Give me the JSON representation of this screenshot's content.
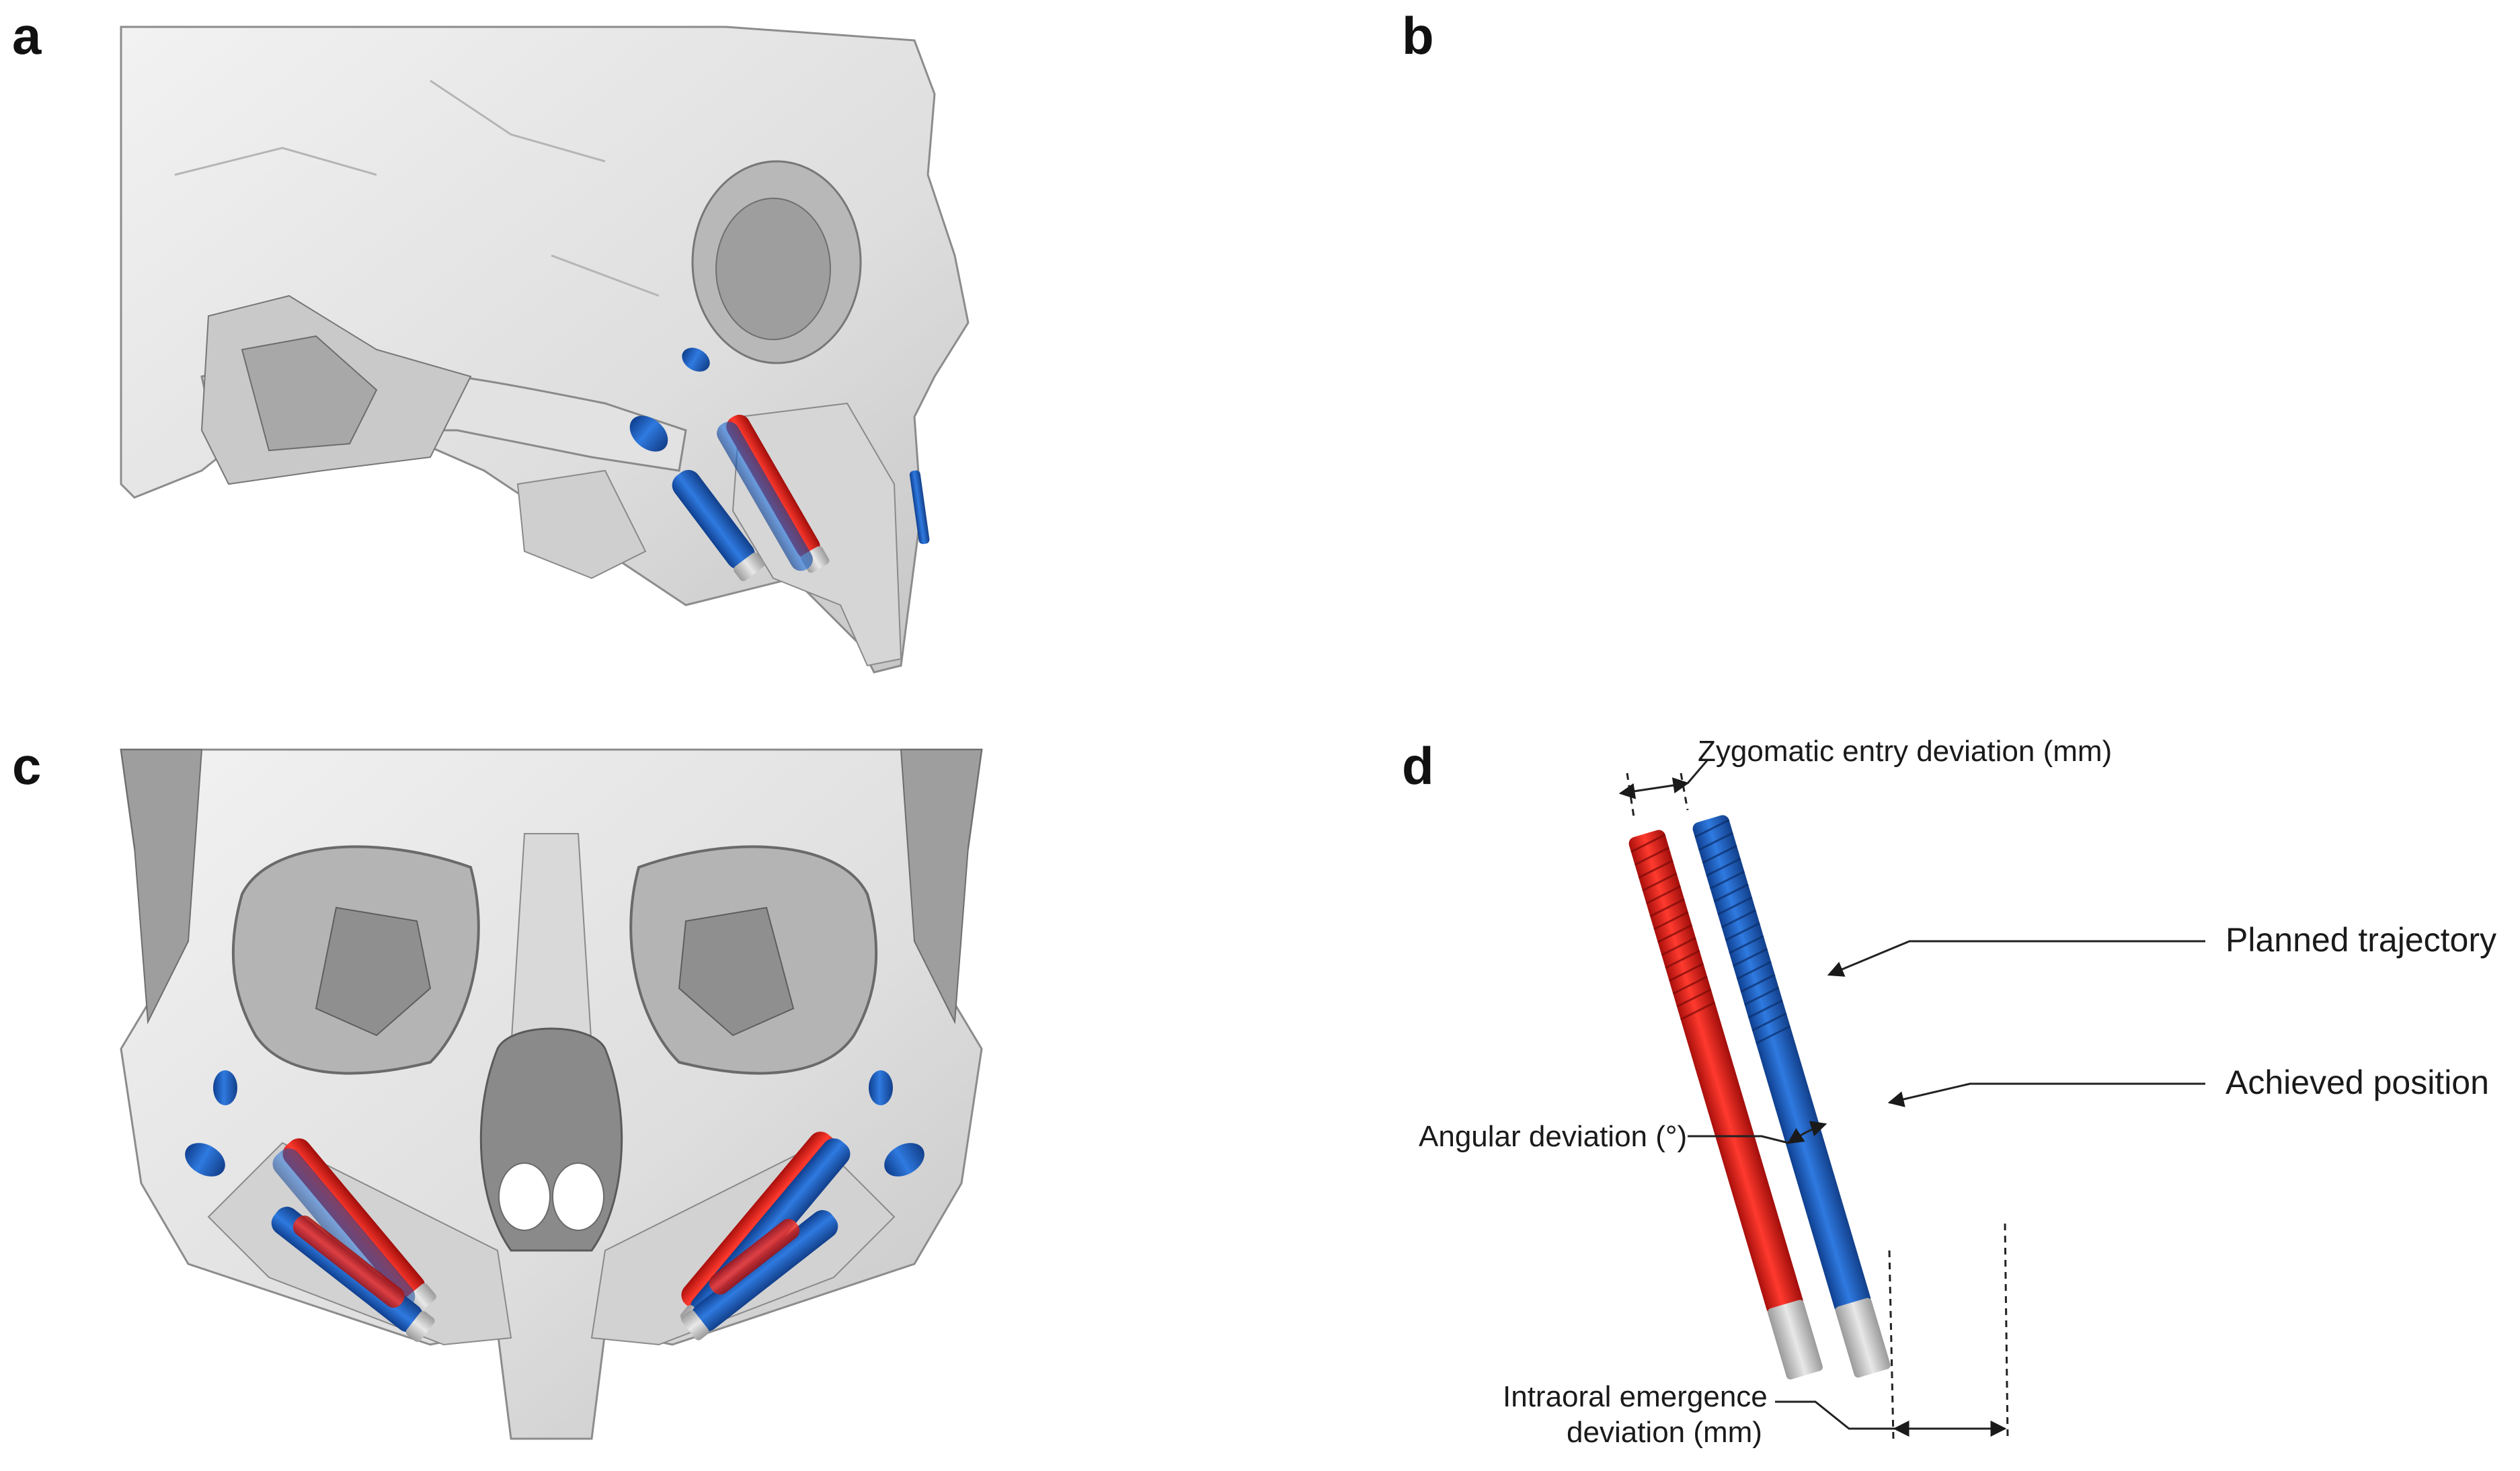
{
  "panels": {
    "a": {
      "letter": "a"
    },
    "b": {
      "letter": "b"
    },
    "c": {
      "letter": "c"
    },
    "d": {
      "letter": "d",
      "labels": {
        "zygomatic_entry": "Zygomatic entry deviation (mm)",
        "planned": "Planned trajectory",
        "achieved": "Achieved position",
        "angular": "Angular deviation (°)",
        "intraoral_line1": "Intraoral emergence",
        "intraoral_line2": "deviation (mm)"
      }
    }
  },
  "colors": {
    "bone": "#e6e6e6",
    "bone_shade": "#bdbdbd",
    "bone_dark": "#8c8c8c",
    "planned_blue": "#1f5fbf",
    "achieved_red": "#e0201c",
    "metal_tip": "#c9c9c9"
  },
  "icons": {
    "implant": "cylinder-implant",
    "skull": "skull-render"
  }
}
